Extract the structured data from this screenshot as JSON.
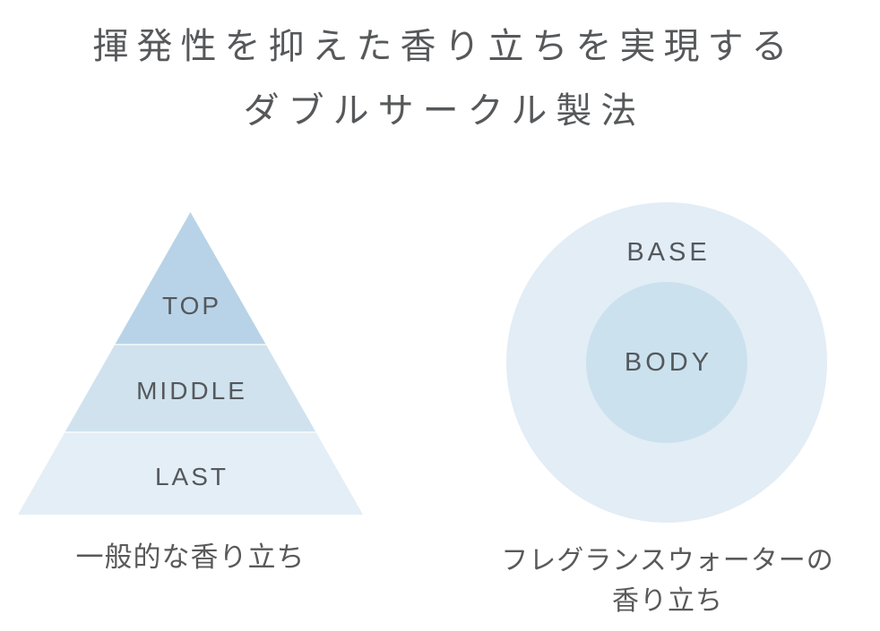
{
  "title": {
    "line1": "揮発性を抑えた香り立ちを実現する",
    "line2": "ダブルサークル製法"
  },
  "pyramid": {
    "levels": [
      {
        "label": "TOP"
      },
      {
        "label": "MIDDLE"
      },
      {
        "label": "LAST"
      }
    ],
    "caption": "一般的な香り立ち"
  },
  "circles": {
    "outer_label": "BASE",
    "inner_label": "BODY",
    "caption_line1": "フレグランスウォーターの",
    "caption_line2": "香り立ち"
  },
  "colors": {
    "pyramid_top": "#b8d3e7",
    "pyramid_middle": "#cfe2ee",
    "pyramid_last": "#e4eef6",
    "circle_outer": "#e2edf6",
    "circle_inner": "#cbe1ee",
    "title_text": "#57585a",
    "label_text": "#54585c",
    "caption_text": "#595959",
    "background": "#ffffff"
  }
}
